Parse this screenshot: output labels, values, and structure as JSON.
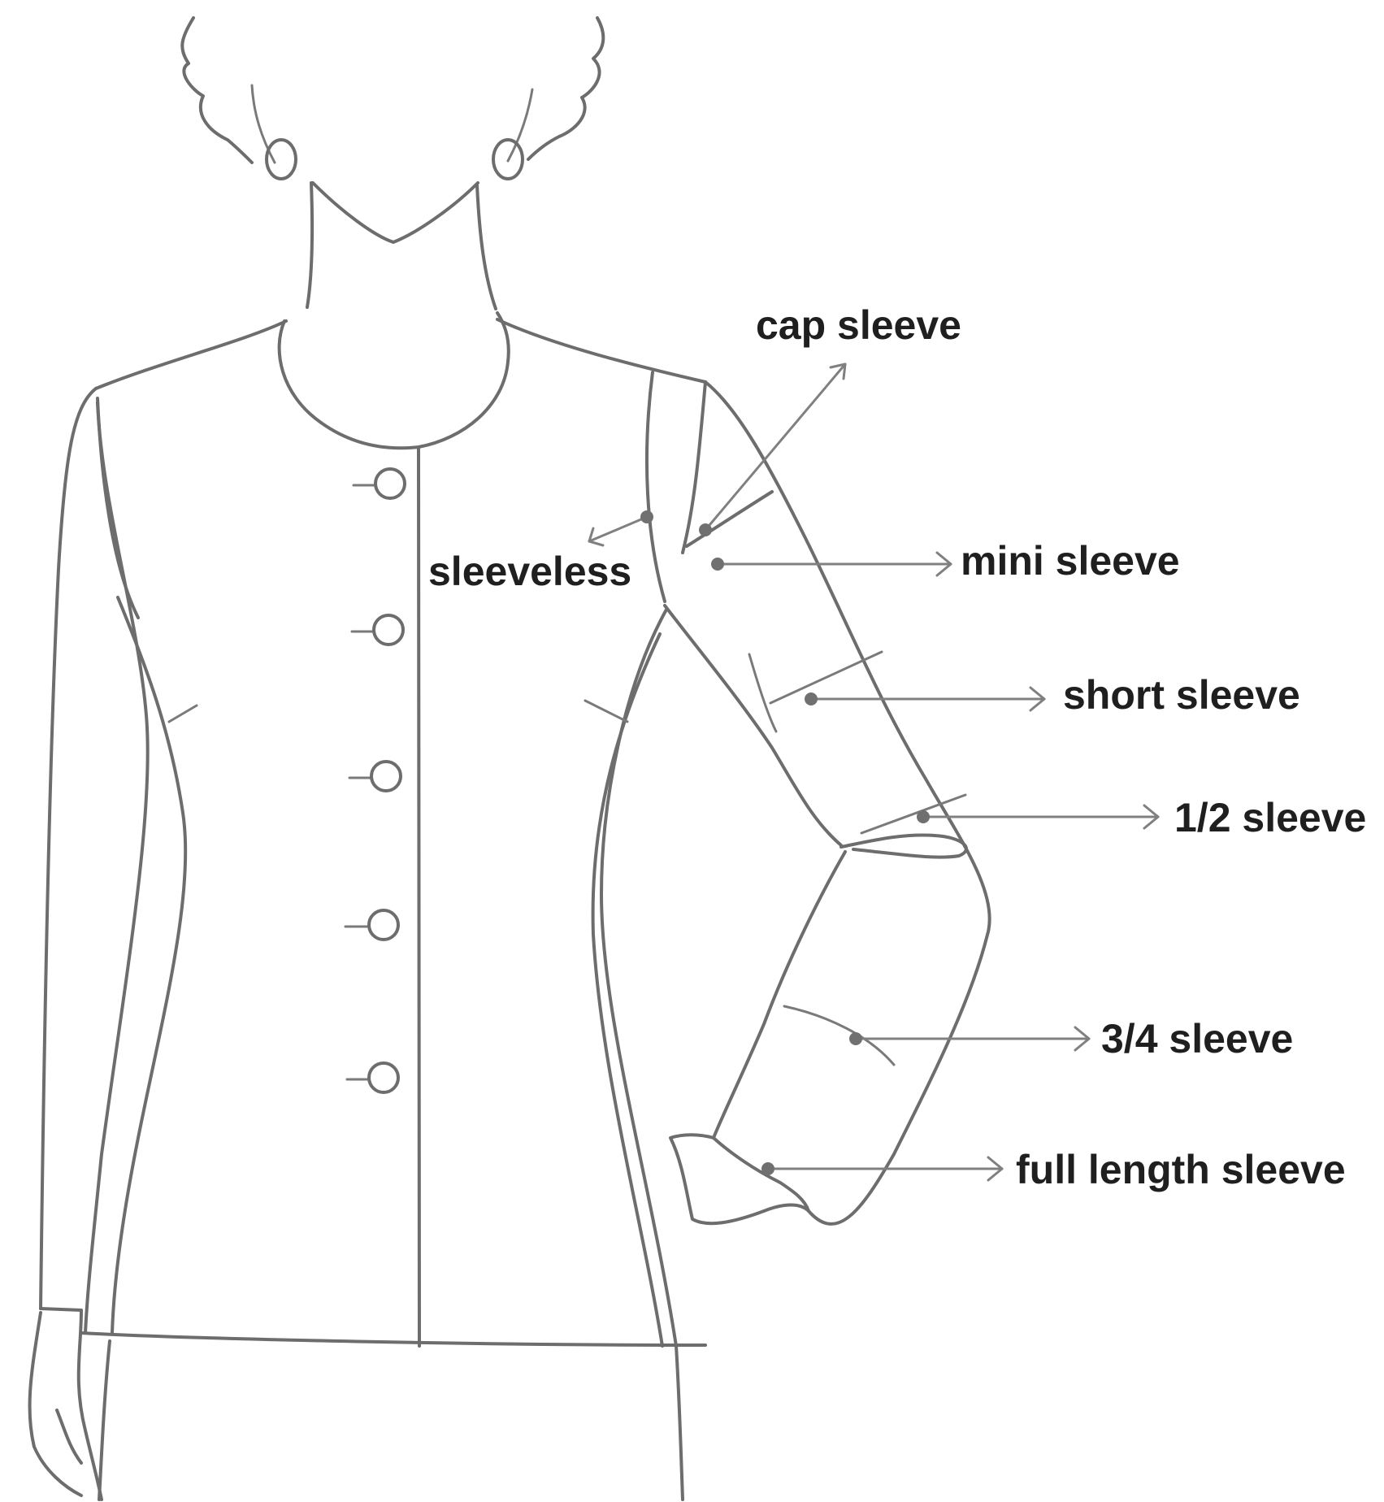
{
  "colors": {
    "line": "#6d6d6d",
    "leader": "#808080",
    "text": "#1f1f1f",
    "background": "#ffffff"
  },
  "labels": {
    "cap_sleeve": "cap sleeve",
    "sleeveless": "sleeveless",
    "mini_sleeve": "mini sleeve",
    "short_sleeve": "short sleeve",
    "half_sleeve": "1/2 sleeve",
    "three_quarter_sleeve": "3/4 sleeve",
    "full_length_sleeve": "full length sleeve"
  }
}
